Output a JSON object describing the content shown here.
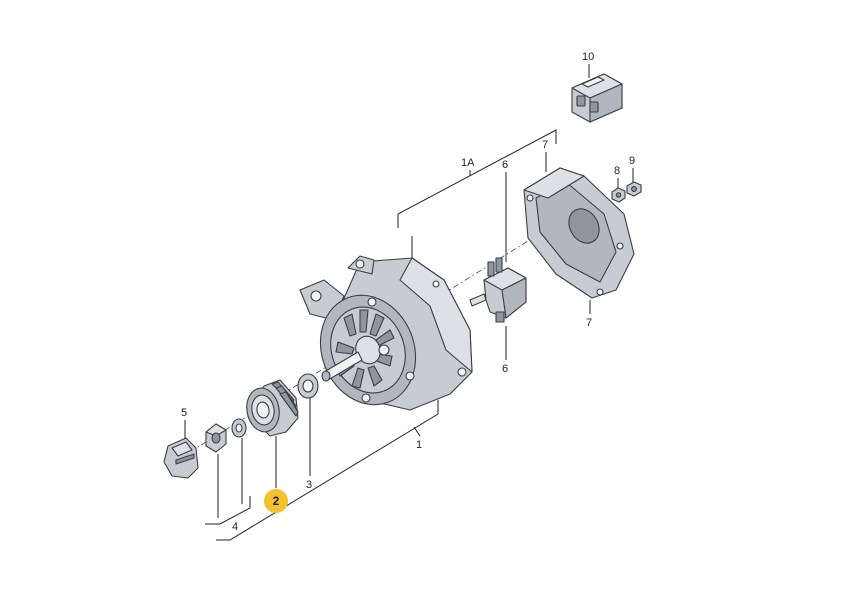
{
  "diagram": {
    "labels": {
      "alternator_assembly": "1",
      "alternator_sub": "1A",
      "pulley": "2",
      "washer": "3",
      "nut_group": "4",
      "cap": "5",
      "regulator": "6",
      "rear_cover": "7",
      "nut_small": "8",
      "nut_small_2": "9",
      "connector": "10"
    },
    "highlight": {
      "label": "2",
      "color": "#f2c12e"
    }
  }
}
